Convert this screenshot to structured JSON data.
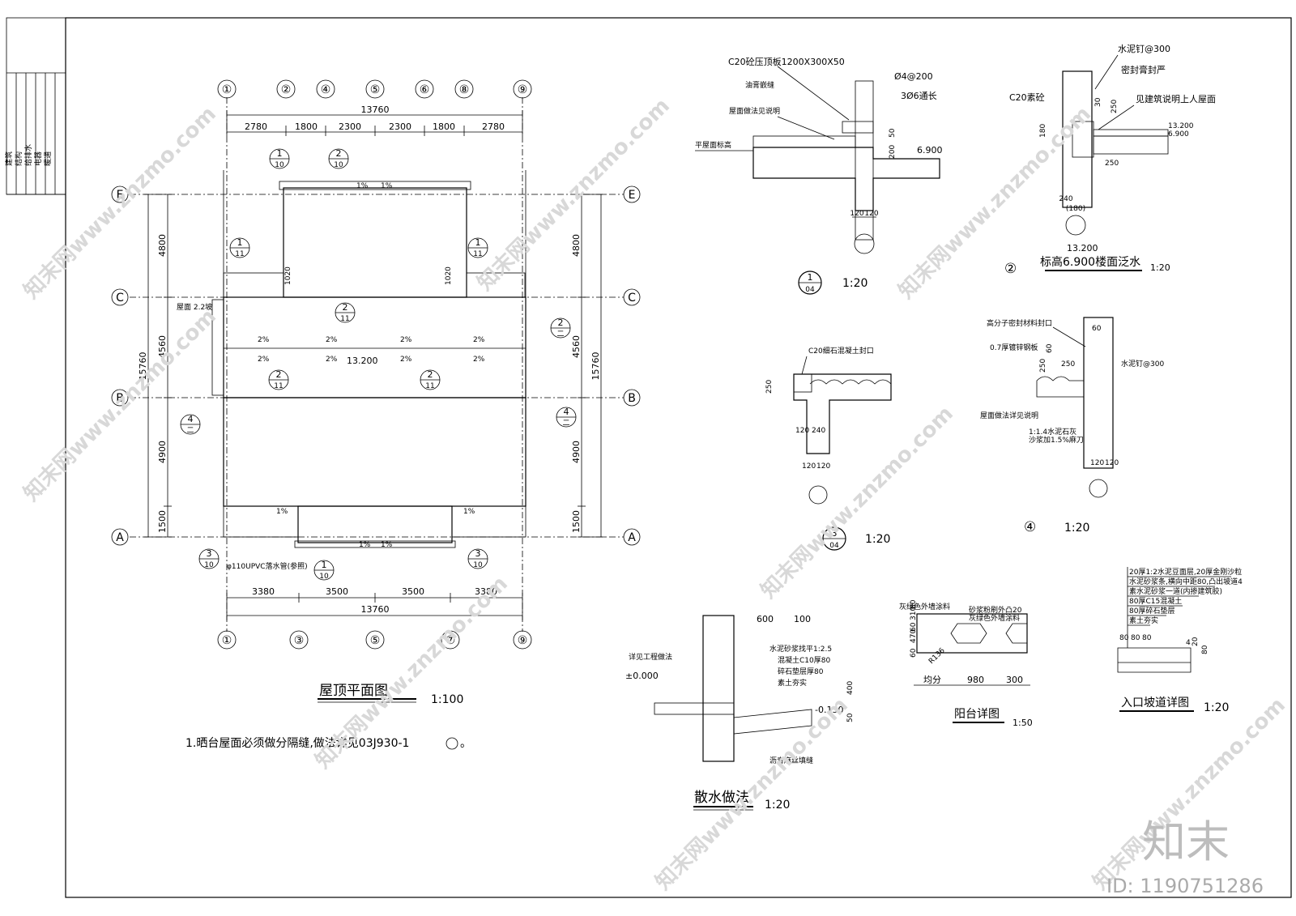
{
  "title_block": {
    "cells": [
      "建筑",
      "结构",
      "给排水",
      "电器",
      "暖通"
    ]
  },
  "roof_plan": {
    "title": "屋顶平面图",
    "scale": "1:100",
    "note": "1.晒台屋面必须做分隔缝,做法详见03J930-1",
    "note_suffix": "。",
    "top_axes": [
      "①",
      "②",
      "④",
      "⑤",
      "⑥",
      "⑧",
      "⑨"
    ],
    "bottom_axes": [
      "①",
      "③",
      "⑤",
      "⑦",
      "⑨"
    ],
    "row_axes": [
      "E",
      "C",
      "B",
      "A"
    ],
    "overall_width": "13760",
    "top_dims": [
      "2780",
      "1800",
      "2300",
      "2300",
      "1800",
      "2780"
    ],
    "bottom_dims": [
      "3380",
      "3500",
      "3500",
      "3380"
    ],
    "left_dims": [
      "4800",
      "4560",
      "4900",
      "1500"
    ],
    "left_total": "15760",
    "right_dims": [
      "4800",
      "4560",
      "4900",
      "1500"
    ],
    "right_total": "15760",
    "elevation": "13.200",
    "slope_2": "2%",
    "slope_1": "1%",
    "dim_1020": "1020",
    "pipe_note": "φ110UPVC落水管(参照)",
    "side_note": "屋面 2.2坡",
    "callouts": [
      {
        "num": "1",
        "sheet": "10"
      },
      {
        "num": "2",
        "sheet": "10"
      },
      {
        "num": "1",
        "sheet": "11"
      },
      {
        "num": "2",
        "sheet": "11"
      },
      {
        "num": "3",
        "sheet": "10"
      },
      {
        "num": "4",
        "sheet": "二"
      }
    ]
  },
  "detail_1": {
    "labels": [
      "C20砼压顶板1200X300X50",
      "油膏嵌缝",
      "Ø4@200",
      "3Ø6通长",
      "屋面做法见说明",
      "平屋面标高"
    ],
    "elevation": "6.900",
    "dims": [
      "50",
      "200",
      "120",
      "120"
    ],
    "num": "1",
    "sheet": "04",
    "scale": "1:20"
  },
  "detail_2": {
    "labels": [
      "水泥钉@300",
      "密封膏封严",
      "C20素砼",
      "见建筑说明上人屋面"
    ],
    "elevations": [
      "13.200",
      "6.900"
    ],
    "dims": [
      "30",
      "250",
      "180",
      "250",
      "240",
      "(180)"
    ],
    "below_elev": "13.200",
    "num": "②",
    "title": "标高6.900楼面泛水",
    "scale": "1:20"
  },
  "detail_3": {
    "labels": [
      "C20细石混凝土封口"
    ],
    "dims": [
      "250",
      "120",
      "240",
      "120",
      "120"
    ],
    "num": "3",
    "sheet": "04",
    "scale": "1:20"
  },
  "detail_4": {
    "labels": [
      "高分子密封材料封口",
      "0.7厚镀锌钢板",
      "水泥钉@300",
      "屋面做法详见说明",
      "1:1.4水泥石灰",
      "沙浆加1.5%麻刀"
    ],
    "dims": [
      "60",
      "250",
      "60",
      "250",
      "120",
      "120"
    ],
    "num": "④",
    "scale": "1:20"
  },
  "apron": {
    "title": "散水做法",
    "scale": "1:20",
    "labels": [
      "详见工程做法",
      "水泥砂浆找平1:2.5",
      "混凝土C10厚80",
      "碎石垫层厚80",
      "素土夯实",
      "沥青麻丝填缝"
    ],
    "dims": [
      "600",
      "100",
      "400",
      "50"
    ],
    "elev_a": "±0.000",
    "elev_b": "-0.150"
  },
  "balcony": {
    "title": "阳台详图",
    "scale": "1:50",
    "labels": [
      "灰绿色外墙涂料",
      "砂浆粉刷外凸20",
      "灰绿色外墙涂料"
    ],
    "dims": [
      "60",
      "470",
      "60",
      "310",
      "80",
      "R136",
      "均分",
      "980",
      "300"
    ]
  },
  "ramp": {
    "title": "入口坡道详图",
    "scale": "1:20",
    "layers": [
      "20厚1:2水泥豆面层,20厚金刚沙粒",
      "水泥砂浆条,横向中距80,凸出坡道4",
      "素水泥砂浆一道(内掺建筑胶)",
      "80厚C15混凝土",
      "80厚碎石垫层",
      "素土夯实"
    ],
    "dims": [
      "80",
      "80",
      "80",
      "20",
      "80",
      "4"
    ]
  },
  "watermark": {
    "logo": "知末",
    "id_label": "ID: 1190751286",
    "site": "知末网www.znzmo.com"
  }
}
